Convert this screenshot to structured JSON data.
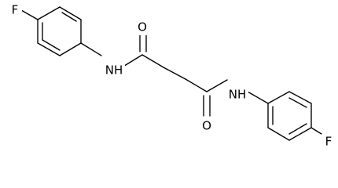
{
  "molecule": {
    "atoms": {
      "fluorine_top": "F",
      "nh_top": "NH",
      "oxygen_top": "O",
      "nh_bottom": "NH",
      "oxygen_bottom": "O",
      "fluorine_bottom": "F"
    }
  }
}
